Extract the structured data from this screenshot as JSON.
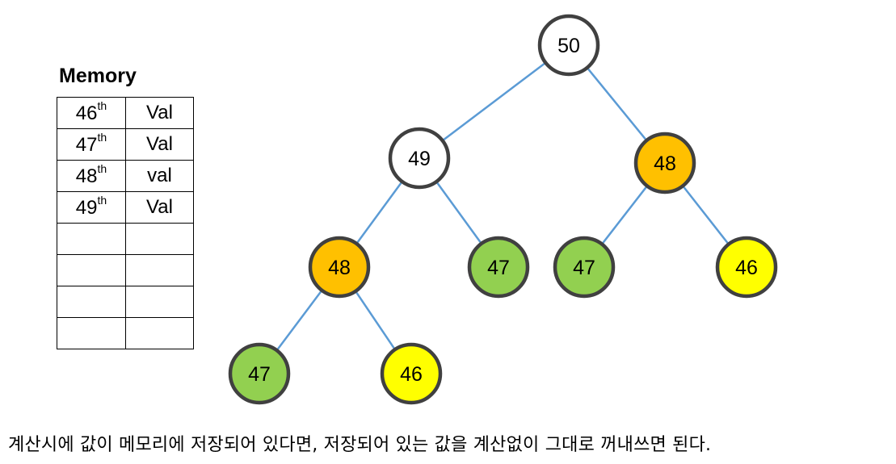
{
  "memory": {
    "title": "Memory",
    "rows": [
      {
        "index": "46",
        "suffix": "th",
        "value": "Val"
      },
      {
        "index": "47",
        "suffix": "th",
        "value": "Val"
      },
      {
        "index": "48",
        "suffix": "th",
        "value": "val"
      },
      {
        "index": "49",
        "suffix": "th",
        "value": "Val"
      },
      {
        "index": "",
        "suffix": "",
        "value": ""
      },
      {
        "index": "",
        "suffix": "",
        "value": ""
      },
      {
        "index": "",
        "suffix": "",
        "value": ""
      },
      {
        "index": "",
        "suffix": "",
        "value": ""
      }
    ]
  },
  "tree": {
    "colors": {
      "white": "#ffffff",
      "orange": "#ffc000",
      "green": "#92d050",
      "yellow": "#ffff00",
      "stroke": "#404040",
      "edge": "#5b9bd5"
    },
    "nodes": [
      {
        "id": "n50",
        "label": "50",
        "color": "white"
      },
      {
        "id": "n49",
        "label": "49",
        "color": "white"
      },
      {
        "id": "n48r",
        "label": "48",
        "color": "orange"
      },
      {
        "id": "n48l",
        "label": "48",
        "color": "orange"
      },
      {
        "id": "n47a",
        "label": "47",
        "color": "green"
      },
      {
        "id": "n47b",
        "label": "47",
        "color": "green"
      },
      {
        "id": "n46a",
        "label": "46",
        "color": "yellow"
      },
      {
        "id": "n47c",
        "label": "47",
        "color": "green"
      },
      {
        "id": "n46b",
        "label": "46",
        "color": "yellow"
      }
    ],
    "edges": [
      [
        "n50",
        "n49"
      ],
      [
        "n50",
        "n48r"
      ],
      [
        "n49",
        "n48l"
      ],
      [
        "n49",
        "n47a"
      ],
      [
        "n48r",
        "n47b"
      ],
      [
        "n48r",
        "n46a"
      ],
      [
        "n48l",
        "n47c"
      ],
      [
        "n48l",
        "n46b"
      ]
    ]
  },
  "caption": "계산시에 값이 메모리에 저장되어 있다면, 저장되어 있는 값을 계산없이 그대로 꺼내쓰면 된다."
}
